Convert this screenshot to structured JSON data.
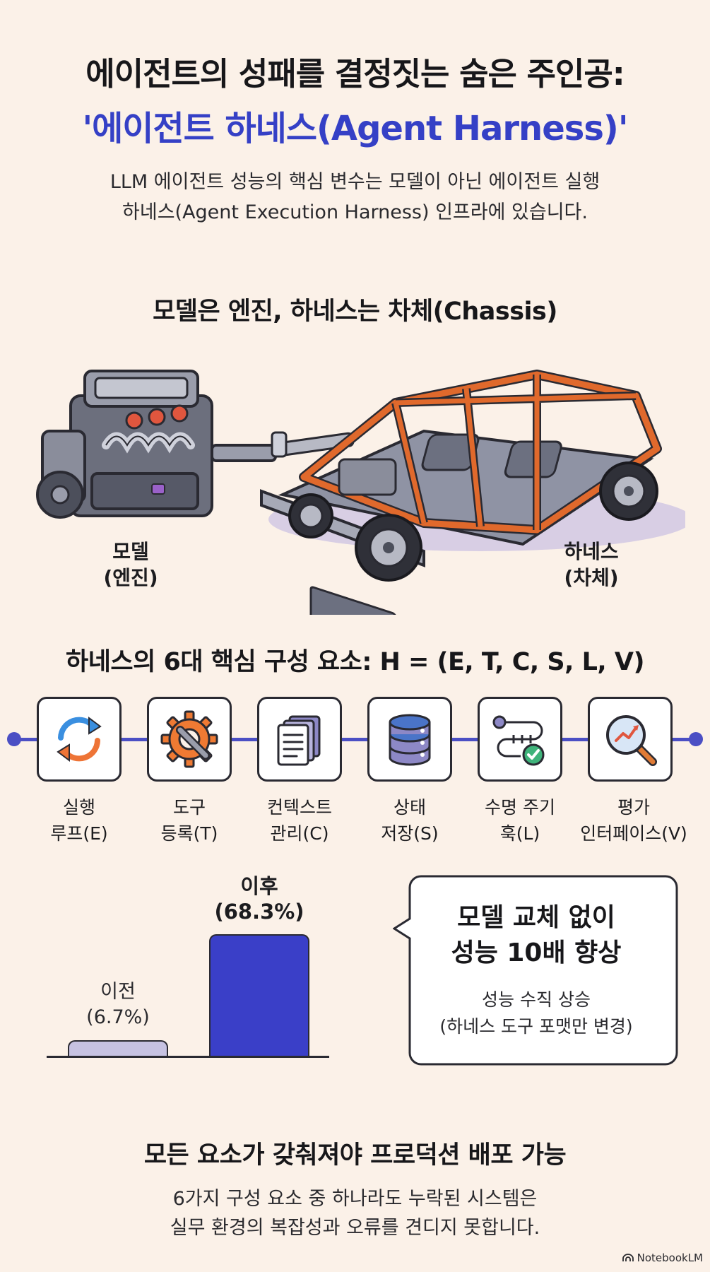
{
  "header": {
    "title_line1": "에이전트의 성패를 결정짓는 숨은 주인공:",
    "title_line2": "'에이전트 하네스(Agent Harness)'",
    "intro_line1": "LLM 에이전트 성능의 핵심 변수는 모델이 아닌 에이전트 실행",
    "intro_line2": "하네스(Agent Execution Harness) 인프라에 있습니다."
  },
  "engine_section": {
    "heading": "모델은 엔진, 하네스는 차체(Chassis)",
    "engine_label_line1": "모델",
    "engine_label_line2": "(엔진)",
    "chassis_label_line1": "하네스",
    "chassis_label_line2": "(차체)"
  },
  "components": {
    "heading": "하네스의 6대 핵심 구성 요소: H = (E, T, C, S, L, V)",
    "items": [
      {
        "line1": "실행",
        "line2": "루프(E)",
        "icon": "loop-arrows-icon"
      },
      {
        "line1": "도구",
        "line2": "등록(T)",
        "icon": "gear-wrench-icon"
      },
      {
        "line1": "컨텍스트",
        "line2": "관리(C)",
        "icon": "documents-icon"
      },
      {
        "line1": "상태",
        "line2": "저장(S)",
        "icon": "database-icon"
      },
      {
        "line1": "수명 주기",
        "line2": "훅(L)",
        "icon": "lifecycle-check-icon"
      },
      {
        "line1": "평가",
        "line2": "인터페이스(V)",
        "icon": "magnifier-chart-icon"
      }
    ]
  },
  "chart_data": {
    "type": "bar",
    "categories": [
      "이전",
      "이후"
    ],
    "values": [
      6.7,
      68.3
    ],
    "value_labels": [
      "(6.7%)",
      "(68.3%)"
    ],
    "ylim": [
      0,
      70
    ]
  },
  "callout": {
    "head_line1": "모델 교체 없이",
    "head_line2": "성능 10배 향상",
    "sub_line1": "성능 수직 상승",
    "sub_line2": "(하네스 도구 포맷만 변경)"
  },
  "footer": {
    "heading": "모든 요소가 갖춰져야 프로덕션 배포 가능",
    "line1": "6가지 구성 요소 중 하나라도 누락된 시스템은",
    "line2": "실무 환경의 복잡성과 오류를 견디지 못합니다.",
    "brand": "NotebookLM"
  },
  "colors": {
    "background": "#fbf1e8",
    "accent_blue": "#3540c6",
    "chassis_orange": "#e0692c",
    "bar_after": "#3a3fc8",
    "bar_before": "#c6c2e2"
  }
}
